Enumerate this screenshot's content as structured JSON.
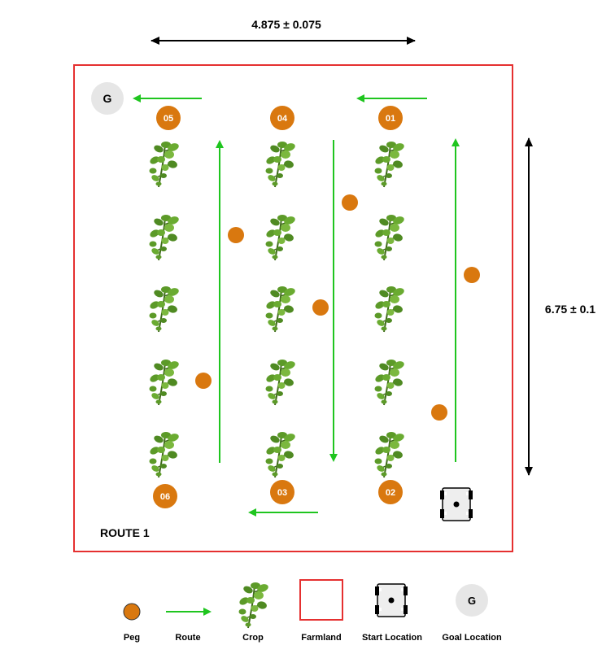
{
  "dimensions": {
    "width_label": "4.875 ± 0.075",
    "height_label": "6.75 ± 0.1"
  },
  "route_label": "ROUTE 1",
  "goal_marker": "G",
  "numbered_pegs": [
    "01",
    "02",
    "03",
    "04",
    "05",
    "06"
  ],
  "legend": {
    "peg": "Peg",
    "route": "Route",
    "crop": "Crop",
    "farmland": "Farmland",
    "start": "Start Location",
    "goal": "Goal Location",
    "goal_symbol": "G"
  },
  "colors": {
    "peg": "#d9780f",
    "route": "#1fc51f",
    "farmland": "#e53030",
    "goal": "#e6e6e6",
    "dimension": "#000000"
  },
  "icons": {
    "crop": "tomato-plant-icon",
    "start": "robot-icon",
    "goal": "goal-circle-icon"
  }
}
